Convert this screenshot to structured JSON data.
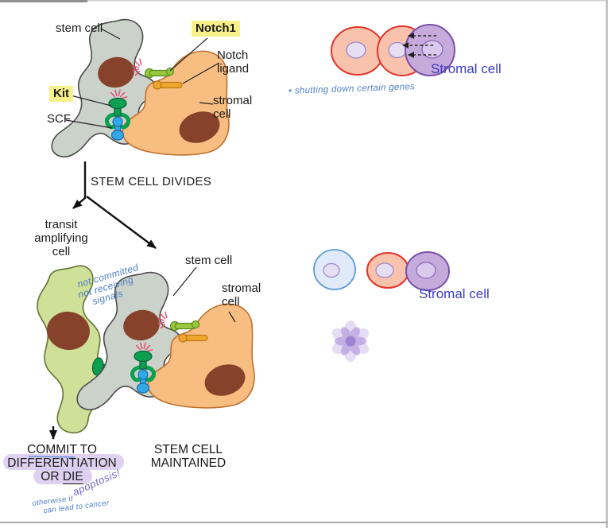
{
  "top_diagram": {
    "stem_cell_label": "stem cell",
    "notch1_label": "Notch1",
    "notch_ligand_label": "Notch ligand",
    "kit_label": "Kit",
    "scf_label": "SCF",
    "stromal_cell_label": "stromal cell",
    "divides_label": "STEM CELL DIVIDES"
  },
  "bottom_diagram": {
    "transit_label": "transit amplifying cell",
    "stem_cell_label": "stem cell",
    "stromal_cell_label": "stromal cell",
    "commit_line1": "COMMIT TO",
    "commit_line2": "DIFFERENTIATION",
    "commit_line3_prefix": "OR ",
    "commit_line3_underlined": "DIE",
    "maintained_label": "STEM CELL MAINTAINED"
  },
  "right_panel": {
    "stromal_cell_top_label": "Stromal cell",
    "stromal_cell_mid_label": "Stromal cell"
  },
  "handwritten": {
    "shutting_note": "• shutting down certain genes",
    "not_committed_lines": [
      "not committed",
      "not receiving",
      "signals"
    ],
    "apoptosis_note": "apoptosis!",
    "cancer_line1": "otherwise it",
    "cancer_line2": "can lead to cancer"
  },
  "colors": {
    "highlight_yellow": "#f8f18a",
    "highlight_purple": "#d6c6ee",
    "ink_blue": "#4d7fc9",
    "ink_purple": "#7463c8",
    "stromal_text_blue": "#3c3cc3",
    "stem_cell_gray": "#cbd2ca",
    "stromal_orange": "#f7bd81",
    "transit_green": "#cfe099",
    "nucleus_brown": "#86422a"
  }
}
